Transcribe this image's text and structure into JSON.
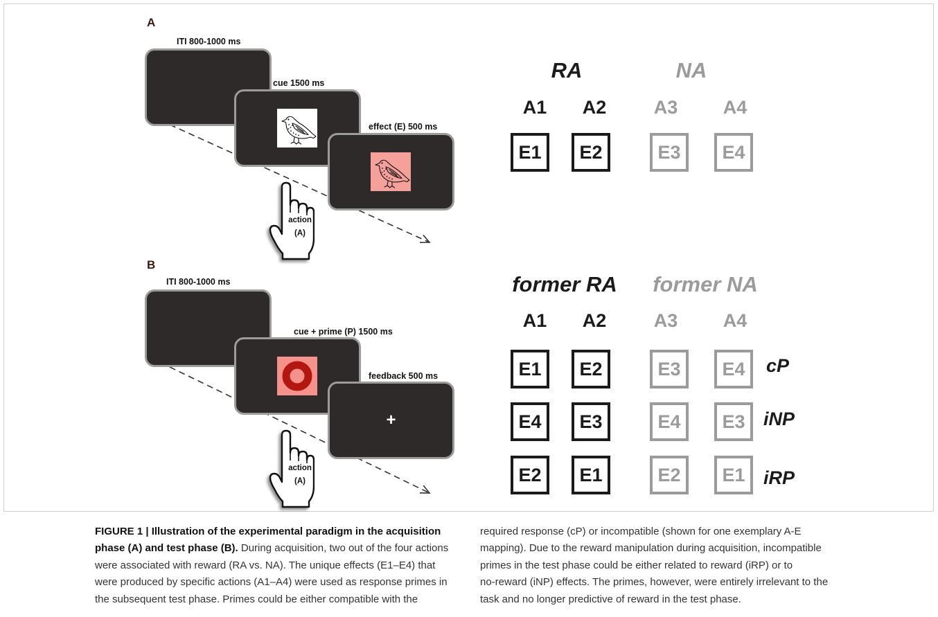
{
  "colors": {
    "screen": "#2e2a2a",
    "screen_border": "#9c9c9c",
    "reward": "#1b1b1b",
    "no_reward": "#9b9b9b",
    "panel_label": "#3b1a10"
  },
  "panel_a": {
    "label": "A",
    "timeline": {
      "iti": "ITI 800-1000 ms",
      "cue": "cue 1500 ms",
      "effect": "effect (E) 500 ms",
      "action": "action",
      "action_key": "(A)"
    },
    "stimuli": {
      "cue_icon": "bird-icon",
      "cue_bg": "#ffffff",
      "effect_icon": "bird-icon",
      "effect_bg": "#f5a09a"
    },
    "mapping": {
      "groups": [
        "RA",
        "NA"
      ],
      "actions": [
        "A1",
        "A2",
        "A3",
        "A4"
      ],
      "effects": [
        "E1",
        "E2",
        "E3",
        "E4"
      ]
    }
  },
  "panel_b": {
    "label": "B",
    "timeline": {
      "iti": "ITI 800-1000 ms",
      "cue_prime": "cue + prime (P) 1500 ms",
      "feedback": "feedback 500 ms",
      "feedback_symbol": "+",
      "action": "action",
      "action_key": "(A)"
    },
    "stimuli": {
      "prime_icon": "ring-icon",
      "prime_bg": "#f4928b",
      "ring_color": "#b3170f"
    },
    "mapping": {
      "groups": [
        "former RA",
        "former NA"
      ],
      "actions": [
        "A1",
        "A2",
        "A3",
        "A4"
      ],
      "rows": [
        {
          "label": "cP",
          "effects": [
            "E1",
            "E2",
            "E3",
            "E4"
          ]
        },
        {
          "label": "iNP",
          "effects": [
            "E4",
            "E3",
            "E4",
            "E3"
          ]
        },
        {
          "label": "iRP",
          "effects": [
            "E2",
            "E1",
            "E2",
            "E1"
          ]
        }
      ]
    }
  },
  "caption": {
    "left_lines": [
      {
        "bold": "FIGURE 1 | Illustration of the experimental paradigm in the acquisition"
      },
      {
        "bold": "phase (A) and test phase (B).",
        "text": "During acquisition, two out of the four actions"
      },
      {
        "text": "were associated with reward (RA vs. NA). The unique effects (E1–E4) that"
      },
      {
        "text": "were produced by specific actions (A1–A4) were used as response primes in"
      },
      {
        "text": "the subsequent test phase. Primes could be either compatible with the"
      }
    ],
    "right_lines": [
      "required response (cP) or incompatible (shown for one exemplary A-E",
      "mapping). Due to the reward manipulation during acquisition, incompatible",
      "primes in the test phase could be either related to reward (iRP) or to",
      "no-reward (iNP) effects. The primes, however, were entirely irrelevant to the",
      "task and no longer predictive of reward in the test phase."
    ]
  }
}
